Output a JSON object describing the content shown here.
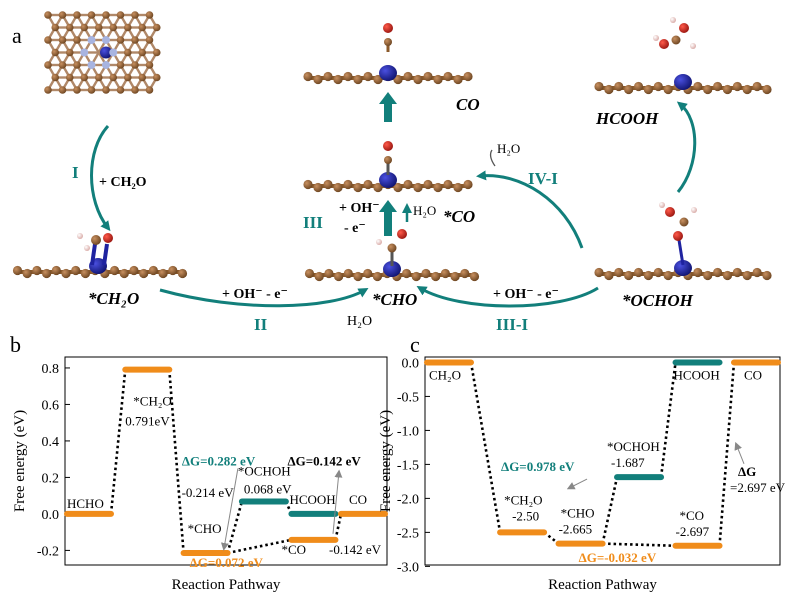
{
  "panel_labels": {
    "a": "a",
    "b": "b",
    "c": "c"
  },
  "scheme": {
    "colors": {
      "teal": "#127f7b",
      "carbon": "#8b5a2b",
      "metal": "#1f23a0",
      "oxygen": "#d0211b",
      "hydrogen": "#f2c7c4",
      "nitrogen": "#a8b4e0"
    },
    "states": {
      "ch2o": "*CH₂O",
      "cho": "*CHO",
      "co_ads": "*CO",
      "co_gas": "CO",
      "ochoh": "*OCHOH",
      "hcooh": "HCOOH"
    },
    "steps": {
      "I": "I",
      "I_reagent": "+ CH₂O",
      "II": "II",
      "II_reagent": "+ OH⁻ - e⁻",
      "II_product": "H₂O",
      "III": "III",
      "III_reagent1": "+ OH⁻",
      "III_reagent2": "- e⁻",
      "III_product": "H₂O",
      "IVI": "IV-I",
      "IVI_product": "H₂O",
      "IIII": "III-I",
      "IIII_reagent": "+ OH⁻ - e⁻"
    }
  },
  "chart_data": [
    {
      "panel": "b",
      "type": "line",
      "ylabel": "Free energy (eV)",
      "xlabel": "Reaction Pathway",
      "ylim": [
        -0.28,
        0.86
      ],
      "yticks": [
        0.8,
        0.6,
        0.4,
        0.2,
        0.0,
        -0.2
      ],
      "ytick_labels": [
        "0.8",
        "0.6",
        "0.4",
        "0.2",
        "0.0",
        "-0.2"
      ],
      "levels": [
        {
          "id": "hcho",
          "pos": 0,
          "value": 0.0,
          "color": "orange",
          "label": "HCHO"
        },
        {
          "id": "ch2o",
          "pos": 1,
          "value": 0.791,
          "color": "orange",
          "label": "*CH₂O",
          "value_label": "0.791eV"
        },
        {
          "id": "cho",
          "pos": 2,
          "value": -0.214,
          "color": "orange",
          "label": "*CHO",
          "value_label": "-0.214 eV"
        },
        {
          "id": "ochoh",
          "pos": 3,
          "value": 0.068,
          "color": "teal",
          "label": "*OCHOH",
          "value_label": "0.068 eV"
        },
        {
          "id": "co_ads",
          "pos": 3.85,
          "value": -0.142,
          "color": "orange",
          "label": "*CO",
          "value_label": "-0.142 eV"
        },
        {
          "id": "hcooh",
          "pos": 3.85,
          "value": 0.0,
          "color": "teal",
          "label": "HCOOH"
        },
        {
          "id": "co",
          "pos": 4.7,
          "value": 0.0,
          "color": "orange",
          "label": "CO"
        }
      ],
      "connections": [
        [
          "hcho",
          "ch2o"
        ],
        [
          "ch2o",
          "cho"
        ],
        [
          "cho",
          "ochoh"
        ],
        [
          "cho",
          "co_ads"
        ],
        [
          "ochoh",
          "hcooh"
        ],
        [
          "co_ads",
          "co"
        ]
      ],
      "annotations": [
        {
          "text": "ΔG=0.282 eV",
          "color": "teal"
        },
        {
          "text": "ΔG=0.072 eV",
          "color": "orange"
        },
        {
          "text": "ΔG=0.142 eV",
          "color": "black"
        }
      ]
    },
    {
      "panel": "c",
      "type": "line",
      "ylabel": "Free energy (eV)",
      "xlabel": "Reaction Pathway",
      "ylim": [
        -2.98,
        0.08
      ],
      "yticks": [
        0.0,
        -0.5,
        -1.0,
        -1.5,
        -2.0,
        -2.5,
        -3.0
      ],
      "ytick_labels": [
        "0.0",
        "-0.5",
        "-1.0",
        "-1.5",
        "-2.0",
        "-2.5",
        "-3.0"
      ],
      "levels": [
        {
          "id": "ch2o_g",
          "pos": 0,
          "value": 0.0,
          "color": "orange",
          "label": "CH₂O"
        },
        {
          "id": "ch2o",
          "pos": 1,
          "value": -2.5,
          "color": "orange",
          "label": "*CH₂O",
          "value_label": "-2.50"
        },
        {
          "id": "cho",
          "pos": 1.8,
          "value": -2.665,
          "color": "orange",
          "label": "*CHO",
          "value_label": "-2.665"
        },
        {
          "id": "ochoh",
          "pos": 2.6,
          "value": -1.687,
          "color": "teal",
          "label": "*OCHOH",
          "value_label": "-1.687"
        },
        {
          "id": "co_ads",
          "pos": 3.4,
          "value": -2.697,
          "color": "orange",
          "label": "*CO",
          "value_label": "-2.697"
        },
        {
          "id": "hcooh",
          "pos": 3.4,
          "value": 0.0,
          "color": "teal",
          "label": "HCOOH"
        },
        {
          "id": "co",
          "pos": 4.2,
          "value": 0.0,
          "color": "orange",
          "label": "CO"
        }
      ],
      "connections": [
        [
          "ch2o_g",
          "ch2o"
        ],
        [
          "ch2o",
          "cho"
        ],
        [
          "cho",
          "ochoh"
        ],
        [
          "cho",
          "co_ads"
        ],
        [
          "ochoh",
          "hcooh"
        ],
        [
          "co_ads",
          "co"
        ]
      ],
      "annotations": [
        {
          "text": "ΔG=0.978 eV",
          "color": "teal"
        },
        {
          "text": "ΔG=-0.032 eV",
          "color": "orange"
        },
        {
          "text": "ΔG",
          "color": "black"
        },
        {
          "text": "=2.697 eV",
          "color": "black"
        }
      ]
    }
  ]
}
